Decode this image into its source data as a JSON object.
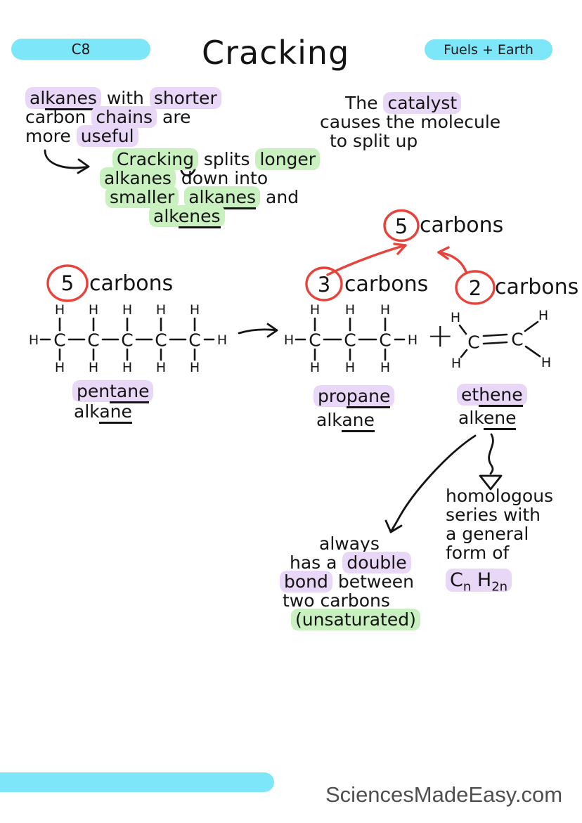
{
  "header": {
    "course_code": "C8",
    "title": "Cracking",
    "topic_badge": "Fuels + Earth"
  },
  "colors": {
    "badge_cyan": "#7de6f8",
    "highlight_purple": "#e9d7f7",
    "highlight_green": "#c9f1bf",
    "pen_red": "#e8423a",
    "ink": "#141414",
    "watermark_gray": "#4f4f4f"
  },
  "note_left": {
    "alkanes": {
      "pre": "al",
      "und": "kanes"
    },
    "l1_mid": " with ",
    "shorter": "shorter",
    "l2_a": "carbon ",
    "chains": "chains",
    "l2_c": " are",
    "l3_a": "more ",
    "useful": "useful"
  },
  "note_catalyst": {
    "l1_a": "The ",
    "catalyst": "catalyst",
    "l2": "causes the molecule",
    "l3": "to split up"
  },
  "note_cracking": {
    "cracking": "Cracking",
    "l1_mid": " splits ",
    "longer": "longer",
    "alkanes1": {
      "pre": "alk",
      "und": "anes"
    },
    "l2_rest": " down into",
    "smaller": "smaller",
    "alkanes2": {
      "pre": "alk",
      "und": "anes"
    },
    "l3_rest": " and",
    "alkenes": {
      "pre": "alk",
      "und": "enes"
    }
  },
  "carbon_counts": {
    "top": {
      "number": "5",
      "label": "carbons"
    },
    "left": {
      "number": "5",
      "label": "carbons"
    },
    "middle": {
      "number": "3",
      "label": "carbons"
    },
    "right": {
      "number": "2",
      "label": "carbons"
    }
  },
  "molecules": {
    "atom_h": "H",
    "atom_c": "C",
    "plus_sign": "+",
    "pentane": {
      "carbon_count": 5,
      "name": {
        "pre": "pen",
        "und": "tane"
      },
      "type_label": {
        "pre": "alk",
        "und": "ane"
      }
    },
    "propane": {
      "carbon_count": 3,
      "name": {
        "pre": "pro",
        "und": "pane"
      },
      "type_label": {
        "pre": "alk",
        "und": "ane"
      }
    },
    "ethene": {
      "carbon_count": 2,
      "name": {
        "pre": "et",
        "und": "hene"
      },
      "type_label": {
        "pre": "alk",
        "und": "ene"
      }
    }
  },
  "note_double_bond": {
    "l1": "always",
    "l2_a": "has a ",
    "double": "double",
    "bond": "bond",
    "l3_b": " between",
    "l4": "two carbons",
    "unsaturated": "(unsaturated)"
  },
  "note_homologous": {
    "l1": "homologous",
    "l2": "series with",
    "l3": "a general",
    "l4": "form of",
    "formula": {
      "c": "C",
      "n_sub": "n",
      "h": "H",
      "2n_sub": "2n"
    }
  },
  "footer": {
    "watermark": "SciencesMadeEasy.com"
  }
}
